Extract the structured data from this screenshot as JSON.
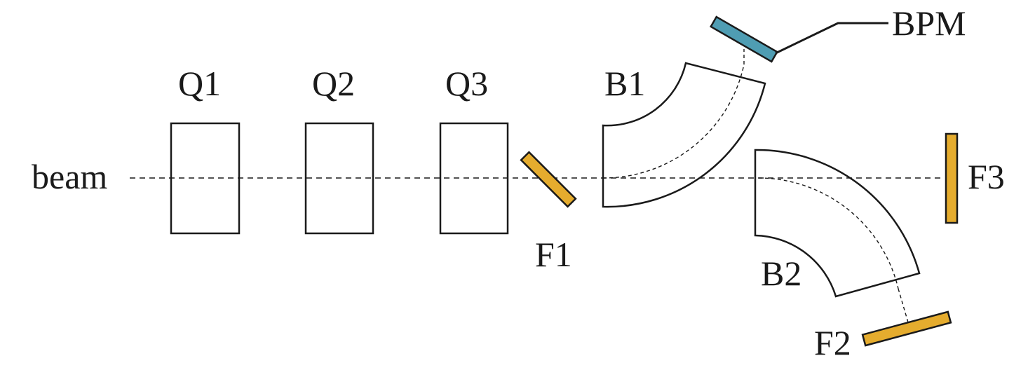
{
  "labels": {
    "beam": "beam",
    "q1": "Q1",
    "q2": "Q2",
    "q3": "Q3",
    "b1": "B1",
    "b2": "B2",
    "f1": "F1",
    "f2": "F2",
    "f3": "F3",
    "bpm": "BPM"
  },
  "colors": {
    "screen": "#E5AC2E",
    "bpm": "#4F9DB3",
    "line": "#1a1a1a"
  }
}
